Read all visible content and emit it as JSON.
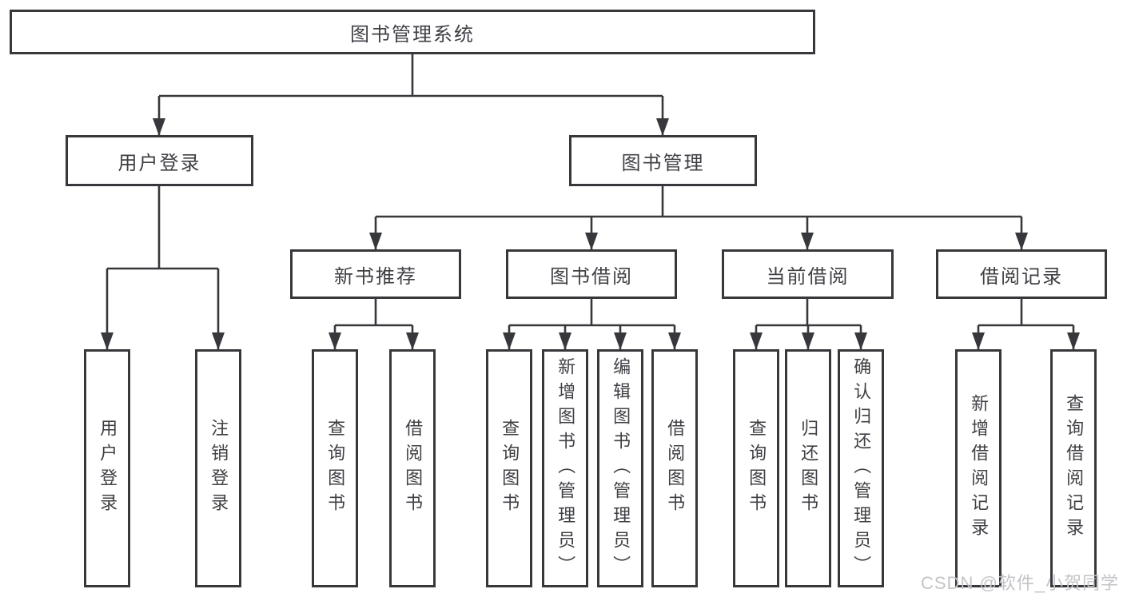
{
  "colors": {
    "background": "#ffffff",
    "line": "#37383b",
    "box_border": "#37383b",
    "box_fill": "#ffffff",
    "text": "#3f4045",
    "watermark": "#c2c4c7"
  },
  "tree": {
    "label": "图书管理系统",
    "children": [
      {
        "label": "用户登录",
        "children": [
          {
            "label": "用户登录"
          },
          {
            "label": "注销登录"
          }
        ]
      },
      {
        "label": "图书管理",
        "children": [
          {
            "label": "新书推荐",
            "children": [
              {
                "label": "查询图书"
              },
              {
                "label": "借阅图书"
              }
            ]
          },
          {
            "label": "图书借阅",
            "children": [
              {
                "label": "查询图书"
              },
              {
                "label": "新增图书（管理员）"
              },
              {
                "label": "编辑图书（管理员）"
              },
              {
                "label": "借阅图书"
              }
            ]
          },
          {
            "label": "当前借阅",
            "children": [
              {
                "label": "查询图书"
              },
              {
                "label": "归还图书"
              },
              {
                "label": "确认归还（管理员）"
              }
            ]
          },
          {
            "label": "借阅记录",
            "children": [
              {
                "label": "新增借阅记录"
              },
              {
                "label": "查询借阅记录"
              }
            ]
          }
        ]
      }
    ]
  },
  "watermark": {
    "text": "CSDN @软件_小贺同学"
  }
}
